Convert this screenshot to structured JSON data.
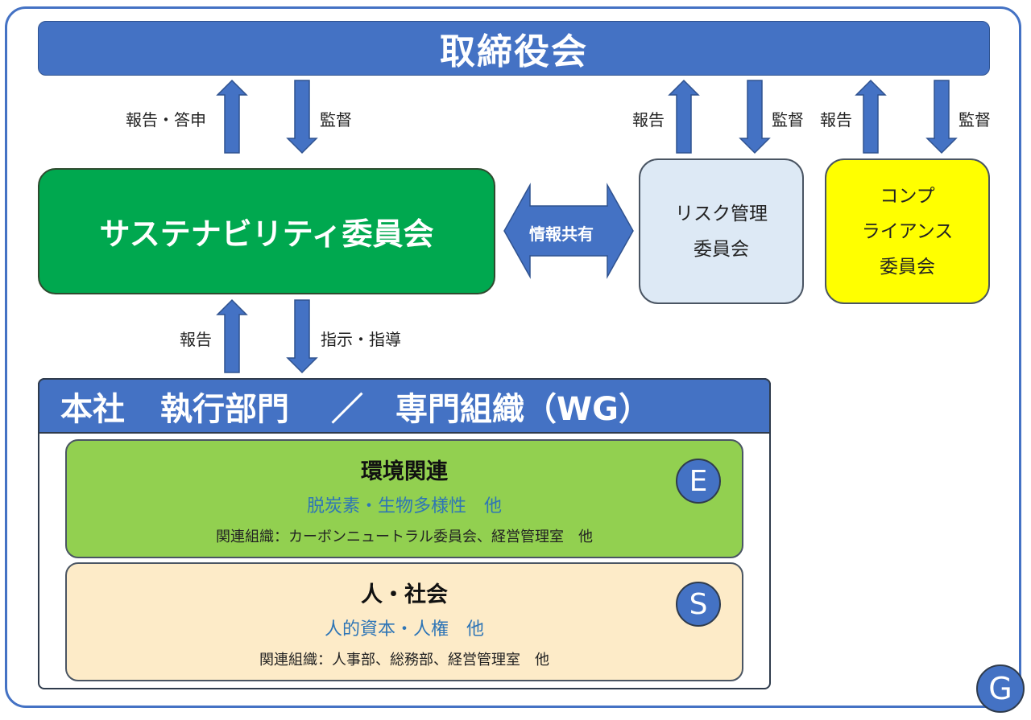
{
  "board": {
    "title": "取締役会"
  },
  "links": {
    "sust_report": "報告・答申",
    "sust_supervise": "監督",
    "risk_report": "報告",
    "risk_supervise": "監督",
    "comp_report": "報告",
    "comp_supervise": "監督",
    "info_share": "情報共有",
    "exec_report": "報告",
    "exec_instruct": "指示・指導"
  },
  "sustainability": {
    "title": "サステナビリティ委員会"
  },
  "risk": {
    "line1": "リスク管理",
    "line2": "委員会"
  },
  "compliance": {
    "line1": "コンプ",
    "line2": "ライアンス",
    "line3": "委員会"
  },
  "executive": {
    "title_a": "本社",
    "title_b": "執行部門",
    "title_sep": "／",
    "title_c": "専門組織（WG）"
  },
  "environment": {
    "title": "環境関連",
    "subtitle": "脱炭素・生物多様性　他",
    "related": "関連組織：カーボンニュートラル委員会、経営管理室　他",
    "badge": "E"
  },
  "social": {
    "title": "人・社会",
    "subtitle": "人的資本・人権　他",
    "related": "関連組織：人事部、総務部、経営管理室　他",
    "badge": "S"
  },
  "corner_badge": "G",
  "colors": {
    "blue": "#4472c4",
    "green": "#00a84f",
    "light_green": "#92d050",
    "light_blue": "#dde9f5",
    "yellow": "#ffff00",
    "cream": "#fdebc8"
  }
}
